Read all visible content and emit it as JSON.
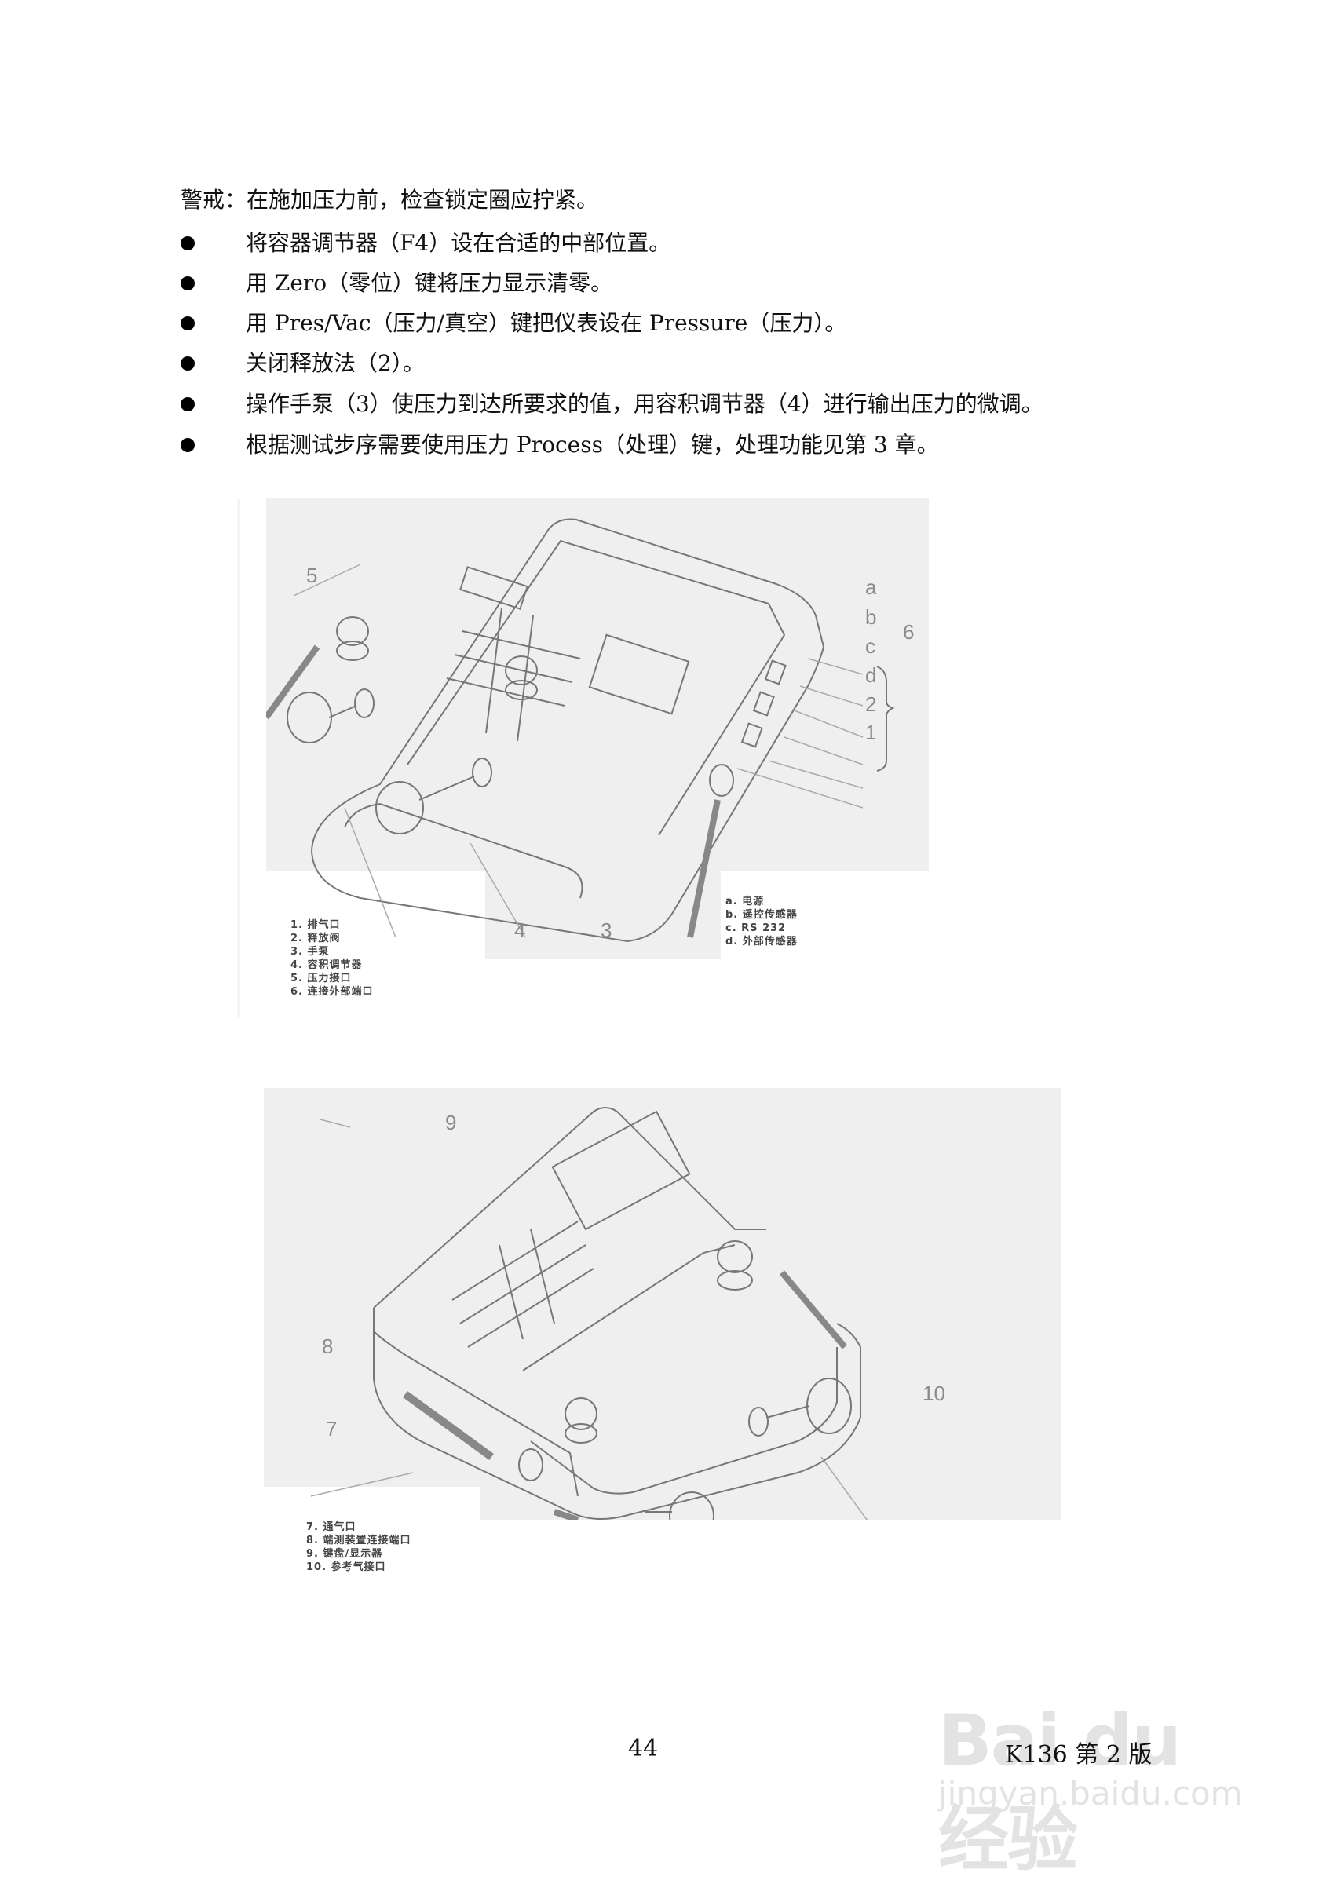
{
  "warning": "警戒：在施加压力前，检查锁定圈应拧紧。",
  "steps": [
    {
      "bullet": "bullet-icon",
      "text": "将容器调节器（F4）设在合适的中部位置。"
    },
    {
      "bullet": "bullet-icon",
      "text": "用 Zero（零位）键将压力显示清零。"
    },
    {
      "bullet": "bullet-icon",
      "text": "用 Pres/Vac（压力/真空）键把仪表设在 Pressure（压力）。"
    },
    {
      "bullet": "bullet-icon",
      "text": "关闭释放法（2）。"
    },
    {
      "bullet": "bullet-icon",
      "text": "操作手泵（3）使压力到达所要求的值，用容积调节器（4）进行输出压力的微调。"
    },
    {
      "bullet": "bullet-icon",
      "text": "根据测试步序需要使用压力 Process（处理）键，处理功能见第 3 章。"
    }
  ],
  "figure1": {
    "callouts": {
      "n5": "5",
      "n4": "4",
      "n3": "3",
      "n1": "1",
      "n2": "2",
      "a": "a",
      "b": "b",
      "c": "c",
      "d": "d",
      "n6": "6"
    },
    "legend": [
      "1. 排气口",
      "2. 释放阀",
      "3. 手泵",
      "4. 容积调节器",
      "5. 压力接口",
      "6. 连接外部端口"
    ],
    "sublegend": [
      "a. 电源",
      "b. 遥控传感器",
      "c. RS 232",
      "d. 外部传感器"
    ]
  },
  "figure2": {
    "callouts": {
      "n9": "9",
      "n8": "8",
      "n7": "7",
      "n10": "10"
    },
    "legend": [
      "7.  通气口",
      "8.  端测装置连接端口",
      "9.  键盘/显示器",
      "10. 参考气接口"
    ]
  },
  "footer": {
    "page": "44",
    "version": "K136 第 2 版"
  },
  "watermark": {
    "brand": "Bai du 经验",
    "url": "jingyan.baidu.com"
  }
}
